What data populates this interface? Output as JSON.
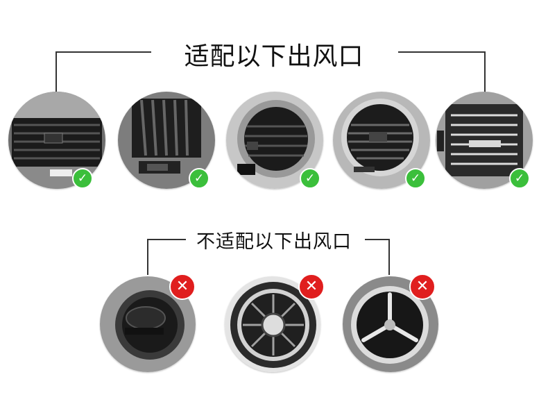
{
  "headings": {
    "compatible": "适配以下出风口",
    "incompatible": "不适配以下出风口"
  },
  "compatible_vents": [
    {
      "shape": "horizontal-slat-vent",
      "status": "check-icon"
    },
    {
      "shape": "vertical-slat-vent",
      "status": "check-icon"
    },
    {
      "shape": "round-slat-vent",
      "status": "check-icon"
    },
    {
      "shape": "round-fin-vent",
      "status": "check-icon"
    },
    {
      "shape": "rectangular-slat-vent",
      "status": "check-icon"
    }
  ],
  "incompatible_vents": [
    {
      "shape": "round-dome-vent",
      "status": "cross-icon"
    },
    {
      "shape": "round-turbine-vent",
      "status": "cross-icon"
    },
    {
      "shape": "round-star-vent",
      "status": "cross-icon"
    }
  ],
  "colors": {
    "check": "#3bbf3b",
    "cross": "#e01e1e",
    "line": "#333333"
  },
  "icons": {
    "check": "✓",
    "cross": "✕"
  }
}
